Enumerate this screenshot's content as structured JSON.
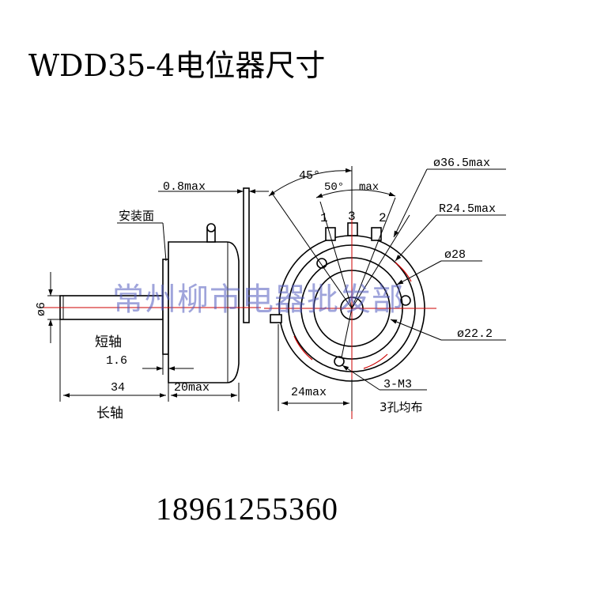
{
  "title": "WDD35-4电位器尺寸",
  "phone": "18961255360",
  "watermark": "常州柳市电器批发部",
  "labels": {
    "gap": "0.8max",
    "mount_face": "安装面",
    "shaft_dia": "ø6",
    "short_shaft": "短轴",
    "dim_1_6": "1.6",
    "dim_34": "34",
    "dim_20max": "20max",
    "long_shaft": "长轴",
    "angle_45": "45°",
    "angle_50": "50°",
    "max": "max",
    "terminal_1": "1",
    "terminal_3": "3",
    "terminal_2": "2",
    "dia_36_5": "ø36.5max",
    "r_24_5": "R24.5max",
    "dia_28": "ø28",
    "dia_22_2": "ø22.2",
    "dim_24max": "24max",
    "screw": "3-M3",
    "holes": "3孔均布"
  },
  "colors": {
    "centerline": "#cc0000",
    "watermark": "#5a63be",
    "line": "#000000"
  }
}
